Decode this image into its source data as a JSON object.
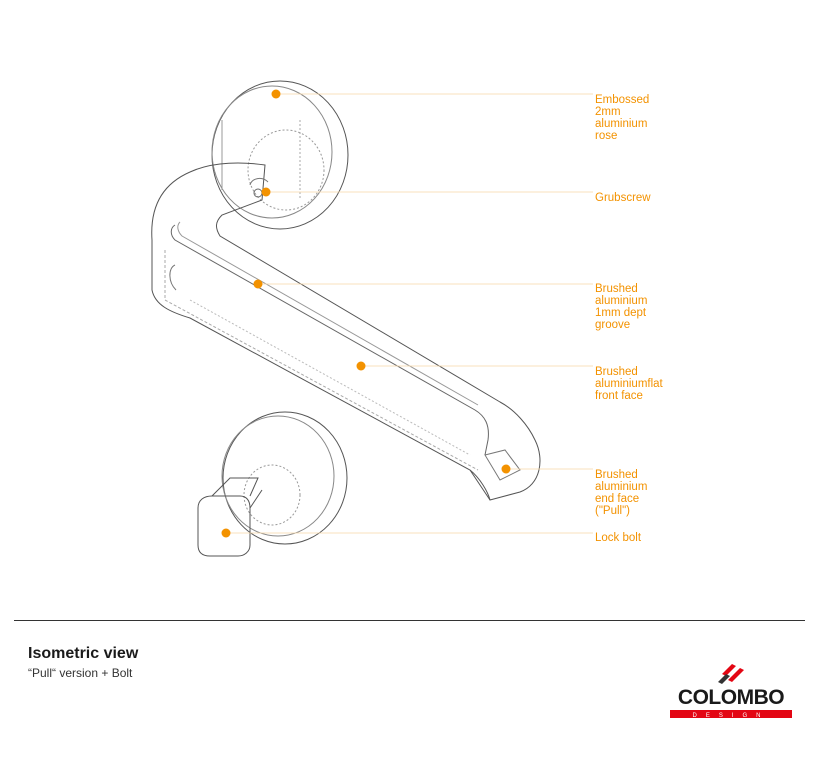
{
  "callouts": [
    {
      "id": "rose",
      "text": "Embossed\n2mm\naluminium\nrose"
    },
    {
      "id": "grubscrew",
      "text": "Grubscrew"
    },
    {
      "id": "groove",
      "text": "Brushed\naluminium\n1mm dept\ngroove"
    },
    {
      "id": "front-face",
      "text": "Brushed\naluminiumflat\nfront face"
    },
    {
      "id": "end-face",
      "text": "Brushed\naluminium\nend face\n(\"Pull\")"
    },
    {
      "id": "lock-bolt",
      "text": "Lock bolt"
    }
  ],
  "footer": {
    "title": "Isometric view",
    "subtitle": "“Pull“ version + Bolt"
  },
  "brand": {
    "name": "COLOMBO",
    "tagline": "DESIGN",
    "accent_color": "#e30613"
  },
  "colors": {
    "callout": "#f39200",
    "outline": "#555555"
  }
}
